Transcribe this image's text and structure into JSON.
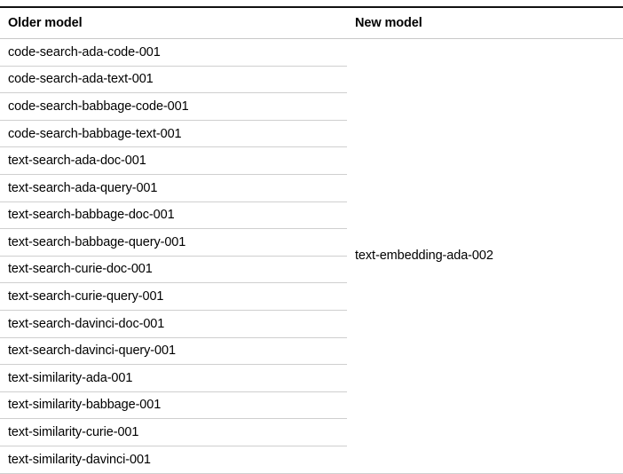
{
  "table": {
    "columns": [
      {
        "key": "older",
        "label": "Older model"
      },
      {
        "key": "new",
        "label": "New model"
      }
    ],
    "older_models": [
      "code-search-ada-code-001",
      "code-search-ada-text-001",
      "code-search-babbage-code-001",
      "code-search-babbage-text-001",
      "text-search-ada-doc-001",
      "text-search-ada-query-001",
      "text-search-babbage-doc-001",
      "text-search-babbage-query-001",
      "text-search-curie-doc-001",
      "text-search-curie-query-001",
      "text-search-davinci-doc-001",
      "text-search-davinci-query-001",
      "text-similarity-ada-001",
      "text-similarity-babbage-001",
      "text-similarity-curie-001",
      "text-similarity-davinci-001"
    ],
    "new_model": "text-embedding-ada-002"
  },
  "colors": {
    "text": "#000000",
    "top_border": "#111111",
    "row_divider": "#cfcfcf",
    "header_divider": "#c9c9c9",
    "background": "#ffffff"
  }
}
